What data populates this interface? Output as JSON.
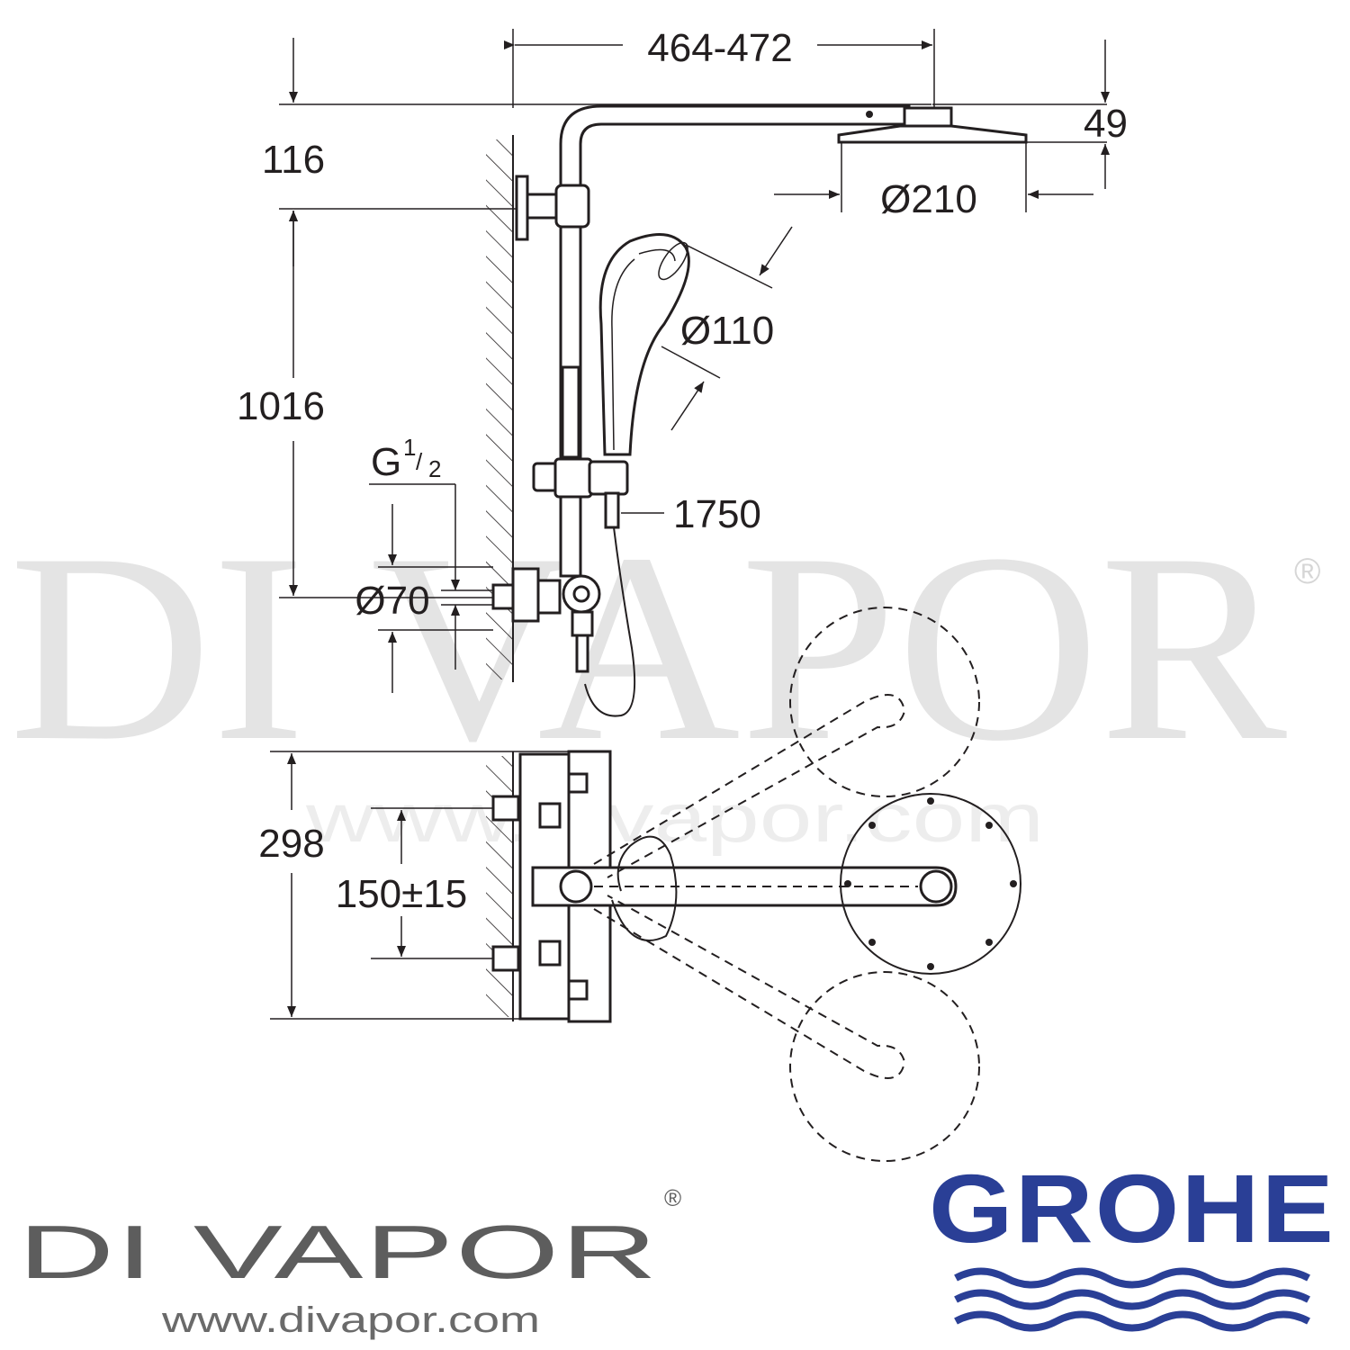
{
  "dimensions": {
    "overall_width": "464-472",
    "head_height": "49",
    "head_diameter": "Ø210",
    "top_to_bracket": "116",
    "hand_shower_diameter": "Ø110",
    "bracket_to_inlet": "1016",
    "thread": "G",
    "thread_num": "1",
    "thread_den": "2",
    "hose_length": "1750",
    "flange_diameter": "Ø70",
    "mixer_height": "298",
    "inlet_centres": "150±15"
  },
  "watermark": {
    "text": "DI VAPOR",
    "registered": "®",
    "url": "www.divapor.com"
  },
  "branding": {
    "divapor_logo": "DI VAPOR",
    "divapor_registered": "®",
    "divapor_url": "www.divapor.com",
    "grohe_logo": "GROHE",
    "grohe_color": "#2a3f96"
  },
  "colors": {
    "line": "#231f20",
    "watermark": "#e4e4e4"
  }
}
